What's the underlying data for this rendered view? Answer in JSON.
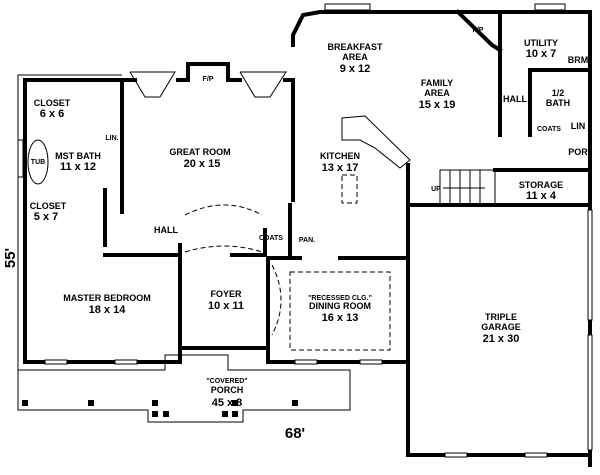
{
  "rooms": {
    "breakfast": {
      "name1": "BREAKFAST",
      "name2": "AREA",
      "size": "9 x 12"
    },
    "family": {
      "name1": "FAMILY",
      "name2": "AREA",
      "size": "15 x 19"
    },
    "utility": {
      "name": "UTILITY",
      "size": "10 x 7"
    },
    "brm": {
      "name": "BRM"
    },
    "hall_right": {
      "name": "HALL"
    },
    "half_bath": {
      "name1": "1/2",
      "name2": "BATH"
    },
    "coats_right": {
      "name": "COATS"
    },
    "lin_right": {
      "name": "LIN"
    },
    "por": {
      "name": "POR"
    },
    "storage": {
      "name": "STORAGE",
      "size": "11 x 4"
    },
    "stairs": {
      "name": "UP"
    },
    "fp_family": {
      "name": "F/P"
    },
    "fp_great": {
      "name": "F/P"
    },
    "closet1": {
      "name": "CLOSET",
      "size": "6 x 6"
    },
    "lin_left": {
      "name": "LIN."
    },
    "mst_bath": {
      "name": "MST BATH",
      "size": "11 x 12"
    },
    "tub": {
      "name": "TUB"
    },
    "closet2": {
      "name": "CLOSET",
      "size": "5 x 7"
    },
    "great_room": {
      "name": "GREAT ROOM",
      "size": "20 x 15"
    },
    "kitchen": {
      "name": "KITCHEN",
      "size": "13 x 17"
    },
    "hall_left": {
      "name": "HALL"
    },
    "coats_left": {
      "name": "COATS"
    },
    "pantry": {
      "name": "PAN."
    },
    "master_bedroom": {
      "name": "MASTER BEDROOM",
      "size": "18 x 14"
    },
    "foyer": {
      "name": "FOYER",
      "size": "10 x 11"
    },
    "dining": {
      "note": "\"RECESSED CLG.\"",
      "name": "DINING ROOM",
      "size": "16 x 13"
    },
    "garage": {
      "name1": "TRIPLE",
      "name2": "GARAGE",
      "size": "21 x 30"
    },
    "porch": {
      "note": "\"COVERED\"",
      "name": "PORCH",
      "size": "45 x 8"
    }
  },
  "dimensions": {
    "depth": "55'",
    "width": "68'"
  }
}
